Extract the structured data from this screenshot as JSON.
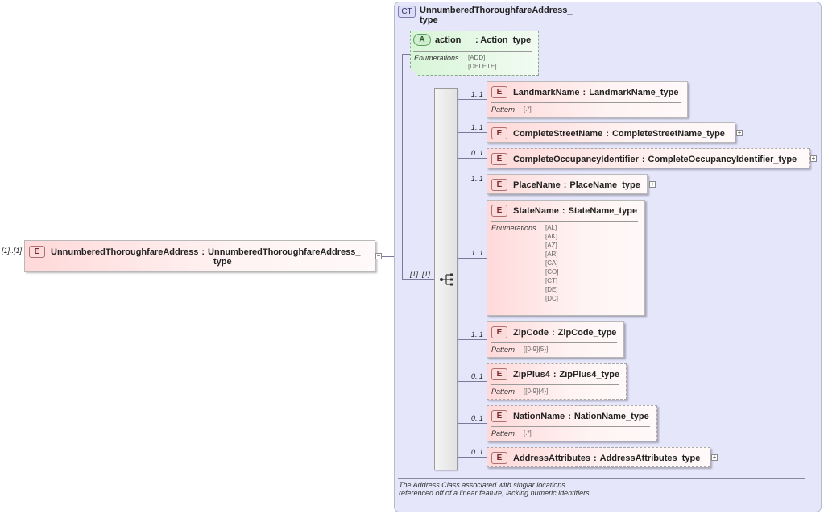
{
  "root": {
    "cardinality": "[1]..[1]",
    "badge": "E",
    "name": "UnnumberedThoroughfareAddress",
    "type_line1": "UnnumberedThoroughfareAddress_",
    "type_line2": "type"
  },
  "complex_type": {
    "badge": "CT",
    "title_line1": "UnnumberedThoroughfareAddress_",
    "title_line2": "type",
    "documentation": "The Address Class associated with singlar locations referenced off of a linear feature, lacking numeric identifiers."
  },
  "attribute": {
    "badge": "A",
    "name": "action",
    "type": ": Action_type",
    "facet_label": "Enumerations",
    "values": [
      "[ADD]",
      "[DELETE]"
    ]
  },
  "sequence": {
    "cardinality": "[1]..[1]"
  },
  "elements": [
    {
      "name": "LandmarkName",
      "type": "LandmarkName_type",
      "card": "1..1",
      "facet_label": "Pattern",
      "values": [
        "[.*]"
      ]
    },
    {
      "name": "CompleteStreetName",
      "type": "CompleteStreetName_type",
      "card": "1..1",
      "expandable": true
    },
    {
      "name": "CompleteOccupancyIdentifier",
      "type": "CompleteOccupancyIdentifier_type",
      "card": "0..1",
      "expandable": true
    },
    {
      "name": "PlaceName",
      "type": "PlaceName_type",
      "card": "1..1",
      "expandable": true
    },
    {
      "name": "StateName",
      "type": "StateName_type",
      "card": "1..1",
      "facet_label": "Enumerations",
      "values": [
        "[AL]",
        "[AK]",
        "[AZ]",
        "[AR]",
        "[CA]",
        "[CO]",
        "[CT]",
        "[DE]",
        "[DC]",
        "..."
      ]
    },
    {
      "name": "ZipCode",
      "type": "ZipCode_type",
      "card": "1..1",
      "facet_label": "Pattern",
      "values": [
        "[[0-9]{5}]"
      ]
    },
    {
      "name": "ZipPlus4",
      "type": "ZipPlus4_type",
      "card": "0..1",
      "facet_label": "Pattern",
      "values": [
        "[[0-9]{4}]"
      ]
    },
    {
      "name": "NationName",
      "type": "NationName_type",
      "card": "0..1",
      "facet_label": "Pattern",
      "values": [
        "[.*]"
      ]
    },
    {
      "name": "AddressAttributes",
      "type": "AddressAttributes_type",
      "card": "0..1",
      "expandable": true
    }
  ],
  "symbols": {
    "separator": ":",
    "expand": "+",
    "collapse": "−"
  },
  "colors": {
    "element_fill": "#ffd9d9",
    "complex_type_fill": "#e6e6fb",
    "attribute_fill": "#d8f5d8",
    "connector": "#7a7a9a"
  }
}
